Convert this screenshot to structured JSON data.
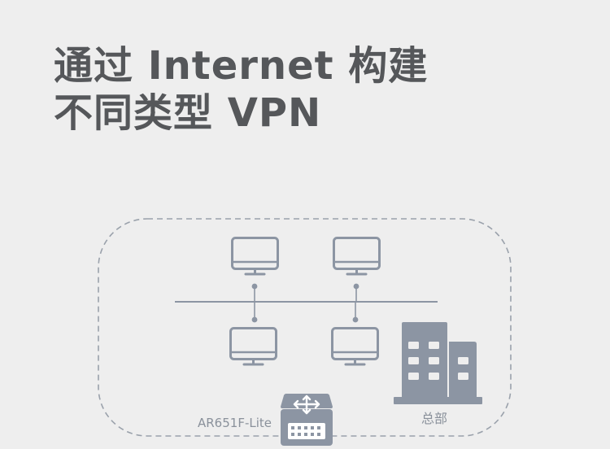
{
  "title": {
    "line1": "通过 Internet 构建",
    "line2": "不同类型 VPN"
  },
  "diagram": {
    "router_label": "AR651F-Lite",
    "headquarters_label": "总部",
    "line_color": "#8c95a3",
    "icon_color": "#8c95a3",
    "building_color": "#8c95a3",
    "icons": {
      "computers": [
        "monitor-icon",
        "monitor-icon",
        "monitor-icon",
        "monitor-icon"
      ],
      "router": "router-icon",
      "building": "building-icon"
    }
  }
}
